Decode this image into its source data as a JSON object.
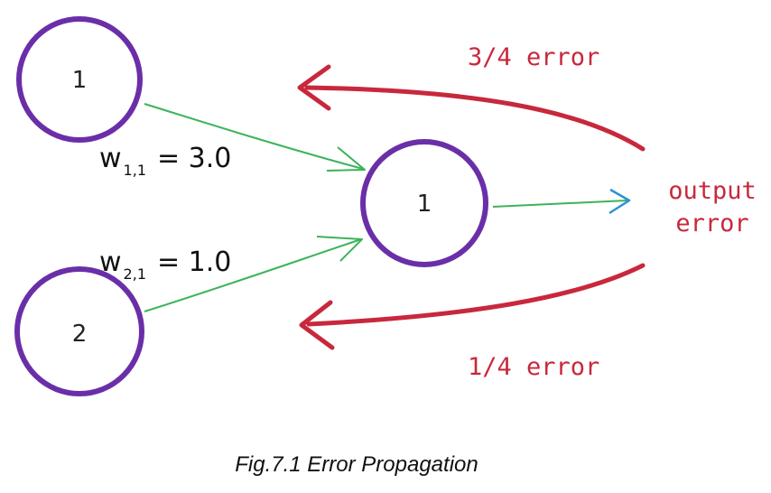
{
  "diagram": {
    "caption": "Fig.7.1 Error Propagation",
    "colors": {
      "node_stroke": "#6a2fa8",
      "weight_edge": "#3cb35a",
      "error_arrow": "#c8283c",
      "output_arrow_head": "#2a93d5",
      "text": "#111111"
    },
    "nodes": [
      {
        "id": "input-1",
        "label": "1"
      },
      {
        "id": "input-2",
        "label": "2"
      },
      {
        "id": "output-1",
        "label": "1"
      }
    ],
    "weights": [
      {
        "w": "w",
        "sub": "1,1",
        "value": "= 3.0"
      },
      {
        "w": "w",
        "sub": "2,1",
        "value": "= 1.0"
      }
    ],
    "output_error": {
      "line1": "output",
      "line2": "error"
    },
    "error_split": [
      {
        "label": "3/4 error"
      },
      {
        "label": "1/4 error"
      }
    ]
  }
}
